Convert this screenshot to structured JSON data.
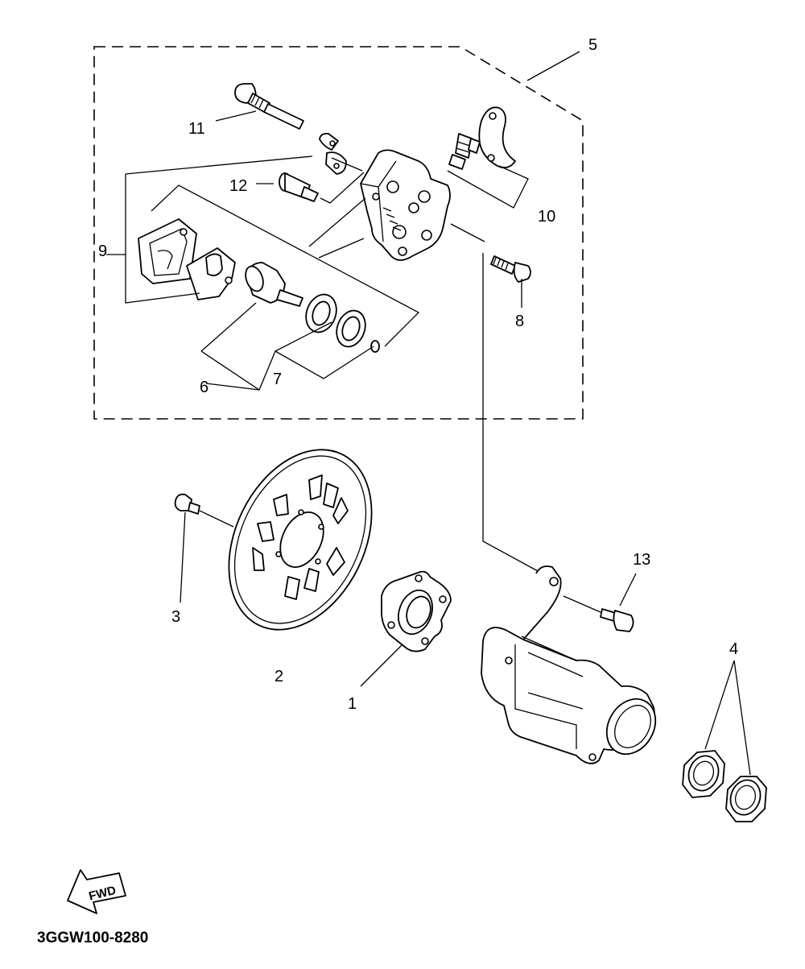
{
  "callouts": {
    "c1": "1",
    "c2": "2",
    "c3": "3",
    "c4": "4",
    "c5": "5",
    "c6": "6",
    "c7": "7",
    "c8": "8",
    "c9": "9",
    "c10": "10",
    "c11": "11",
    "c12": "12",
    "c13": "13"
  },
  "direction_arrow": {
    "label": "FWD"
  },
  "diagram_code": "3GGW100-8280"
}
